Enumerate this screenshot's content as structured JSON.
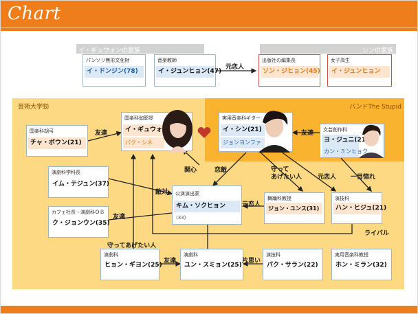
{
  "header": {
    "title": "Chart"
  },
  "bands": {
    "left": "イ・ギュウォンの家族",
    "right": "シンの家族"
  },
  "groups": {
    "school": "芸術大学勁",
    "band": "バンドThe Stupid"
  },
  "boxes": {
    "dongjin": {
      "role": "パンソリ無形文化財",
      "name": "イ・ドンジン(78)"
    },
    "junhyuk": {
      "role": "音楽教師",
      "name": "イ・ジュンヒョン(47)"
    },
    "sonjihyun": {
      "role": "出版社の編集長",
      "name": "ソン・ジヒョン(45)"
    },
    "junhee": {
      "role": "女子高生",
      "name": "イ・ジュンヒョン"
    },
    "chabowoon": {
      "role": "国楽科胡弓",
      "name": "チャ・ボウン(21)"
    },
    "kyuwon": {
      "role": "国楽科伽耶琴",
      "name": "イ・ギュウォン",
      "sub": "パク・シネ"
    },
    "shin": {
      "role": "実用音楽科ギター",
      "name": "イ・シン(21)",
      "sub": "ジョンヨンファ"
    },
    "yojuni": {
      "role": "文芸創作科",
      "name": "ヨ・ジュニ(21)",
      "sub": "カン・ミンヒョク"
    },
    "imtaejun": {
      "role": "演劇科学科長",
      "name": "イム・テジュン(37)"
    },
    "kimsokhyun": {
      "role": "公演演出家",
      "name": "キム・ソクヒョン",
      "sub": "(33)"
    },
    "jeonyunsu": {
      "role": "舞踊科教授",
      "name": "ジョン・ユンス(31)"
    },
    "hanheeju": {
      "role": "演技科",
      "name": "ハン・ヒジュ(21)"
    },
    "kujoonwoon": {
      "role": "カフェ社長・演劇科ＯＢ",
      "name": "ク・ジョンウン(35)"
    },
    "hyungiyeon": {
      "role": "演劇科",
      "name": "ヒョン・ギヨン(25)"
    },
    "yunsumin": {
      "role": "演劇科",
      "name": "ユン・スミョン(25)"
    },
    "parksaran": {
      "role": "演技科",
      "name": "パク・サラン(22)"
    },
    "hongmiran": {
      "role": "実用音楽科教授",
      "name": "ホン・ミラン(32)"
    }
  },
  "relations": {
    "exlover_top": "元恋人",
    "friend_cha": "友達",
    "friend_yo": "友達",
    "concern": "関心",
    "rival_love": "恋敵",
    "protect1": "守って\nあげたい人",
    "exlover_mid": "元恋人",
    "love_first": "一目惚れ",
    "enemy": "敵対",
    "exlover_k": "元恋人",
    "friend_ku": "友達",
    "rival": "ライバル",
    "protect2": "守ってあげたい人",
    "friend_bottom": "友達",
    "oneway": "片思い"
  },
  "colors": {
    "brand": "#ee7d1c",
    "group": "#fcd982",
    "band": "#f9b32e",
    "heart": "#c0392b"
  }
}
